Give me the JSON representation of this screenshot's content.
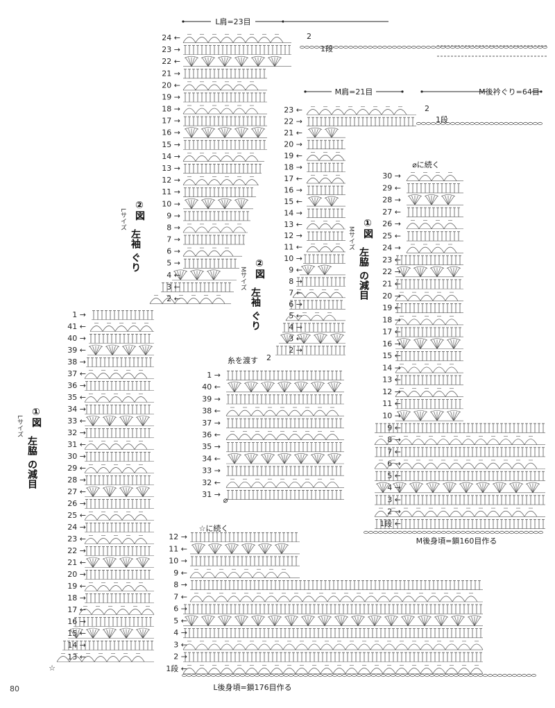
{
  "page_number": "80",
  "top_labels": {
    "l_shoulder": "L肩=23目",
    "m_shoulder": "M肩=21目",
    "m_back_neck": "M後衿ぐり=64目",
    "l_back": "L後身頃=鎖176目作る",
    "m_back": "M後身頃=鎖160目作る",
    "cont_star": "☆に続く",
    "cont_phi": "⌀に続く",
    "thread": "糸を渡す"
  },
  "titles": {
    "l_sleeve": {
      "num": "②",
      "zu": "図",
      "line1": "左袖",
      "line2": "ぐり",
      "size": "Lサイズ"
    },
    "m_sleeve": {
      "num": "②",
      "zu": "図",
      "line1": "左袖",
      "line2": "ぐり",
      "size": "Mサイズ"
    },
    "l_side": {
      "num": "①",
      "zu": "図",
      "line1": "左脇",
      "line2": "の減目",
      "size": "Lサイズ"
    },
    "m_side": {
      "num": "①",
      "zu": "図",
      "line1": "左脇",
      "line2": "の減目",
      "size": "Mサイズ"
    }
  },
  "markers": {
    "two": "2",
    "ichidan": "1段",
    "star": "☆",
    "phi": "⌀"
  },
  "row_labels": {
    "l_upper": [
      "24 ←",
      "23 →",
      "22 ←",
      "21 →",
      "20 ←",
      "19 →",
      "18 →",
      "17 →",
      "16 →",
      "15 →",
      "14 →",
      "13 →",
      "12 →",
      "11 →",
      "10 →",
      "9 →",
      "8 →",
      "7 →",
      "6 →",
      "5 →",
      "4 ←",
      "3 ←",
      "2 ←"
    ],
    "l_left": [
      "1 →",
      "41 ←",
      "40 →",
      "39 ←",
      "38 →",
      "37 ←",
      "36 →",
      "35 ←",
      "34 →",
      "33 ←",
      "32 →",
      "31 ←",
      "30 →",
      "29 ←",
      "28 →",
      "27 ←",
      "26 →",
      "25 ←",
      "24 →",
      "23 ←",
      "22 →",
      "21 ←",
      "20 →",
      "19 ←",
      "18 →",
      "17 ←",
      "16 →",
      "15 ←",
      "14 →",
      "13 ←"
    ],
    "m_upper": [
      "23 ←",
      "22 →",
      "21 ←",
      "20 →",
      "19 ←",
      "18 →",
      "17 ←",
      "16 →",
      "15 ←",
      "14 →",
      "13 ←",
      "12 →",
      "11 ←",
      "10 →",
      "9 ←",
      "8 →",
      "7 ←",
      "6 →",
      "5 ←",
      "4 →",
      "3 ←",
      "2 →"
    ],
    "m_middle": [
      "1 →",
      "40 ←",
      "39 →",
      "38 ←",
      "37 →",
      "36 ←",
      "35 →",
      "34 ←",
      "33 →",
      "32 ←",
      "31 →"
    ],
    "m_right": [
      "30 →",
      "29 ←",
      "28 →",
      "27 ←",
      "26 →",
      "25 ←",
      "24 →",
      "23 ←",
      "22 →",
      "21 ←",
      "20 →",
      "19 ←",
      "18 →",
      "17 ←",
      "16 →",
      "15 ←",
      "14 →",
      "13 ←",
      "12 →",
      "11 ←",
      "10 →",
      "9 ←",
      "8 →",
      "7 ←",
      "6 →",
      "5 ←",
      "4 →",
      "3 ←",
      "2 →",
      "1段 ←"
    ],
    "l_bottom": [
      "12 →",
      "11 ←",
      "10 →",
      "9 ←",
      "8 →",
      "7 ←",
      "6 →",
      "5 ←",
      "4 →",
      "3 ←",
      "2 →",
      "1段 ←"
    ]
  },
  "colors": {
    "ink": "#222222",
    "stitch": "#555555",
    "grid": "#999999"
  }
}
